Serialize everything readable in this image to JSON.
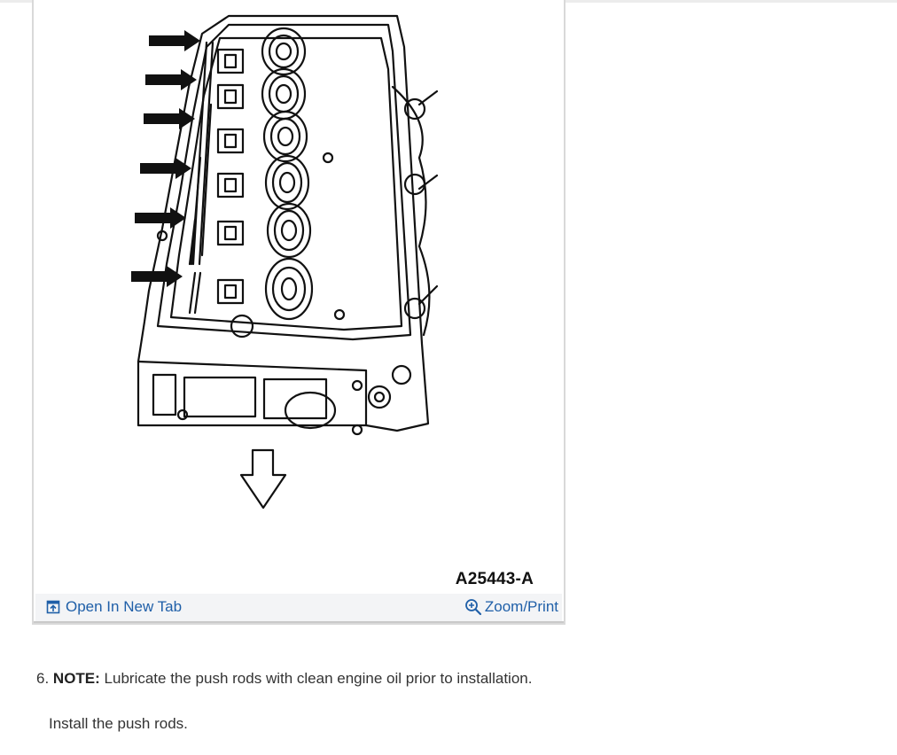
{
  "figure": {
    "id_label": "A25443-A",
    "open_tab_label": "Open In New Tab",
    "zoom_label": "Zoom/Print",
    "open_icon": "open-in-new-tab-icon",
    "zoom_icon": "zoom-in-icon"
  },
  "step": {
    "number": "6.",
    "note_label": "NOTE:",
    "note_text": "Lubricate the push rods with clean engine oil prior to installation.",
    "instruction": "Install the push rods."
  }
}
